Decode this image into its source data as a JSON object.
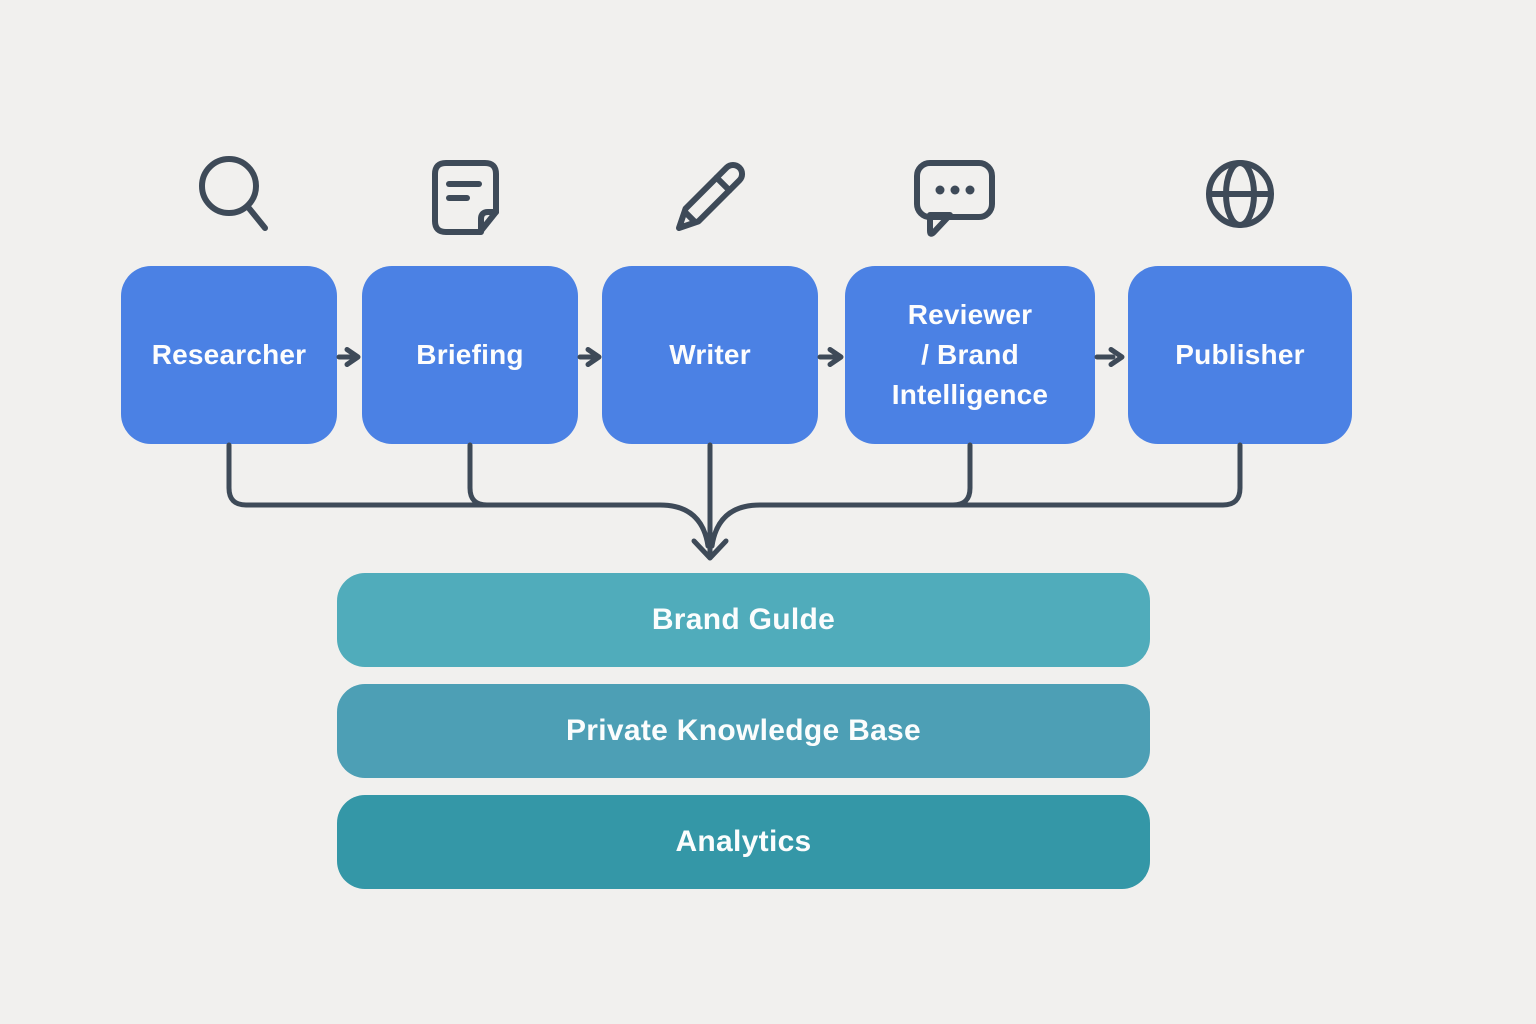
{
  "title": "Content pipeline diagram",
  "colors": {
    "background": "#F1F0EE",
    "stage_box_blue": "#4B81E4",
    "connector_stroke": "#3E4A58",
    "bar_brand_guide": "#50ACBB",
    "bar_knowledge_base": "#4D9FB5",
    "bar_analytics": "#3497A7",
    "label_text": "#FFFFFF"
  },
  "pipeline": {
    "boxes": [
      {
        "label": "Researcher",
        "icon": "search-icon"
      },
      {
        "label": "Briefing",
        "icon": "document-icon"
      },
      {
        "label": "Writer",
        "icon": "pencil-icon"
      },
      {
        "label": "Reviewer\n/ Brand\nIntelligence",
        "icon": "chat-bubble-icon"
      },
      {
        "label": "Publisher",
        "icon": "globe-icon"
      }
    ]
  },
  "foundation": {
    "bars": [
      {
        "label": "Brand Gulde"
      },
      {
        "label": "Private Knowledge Base"
      },
      {
        "label": "Analytics"
      }
    ]
  }
}
